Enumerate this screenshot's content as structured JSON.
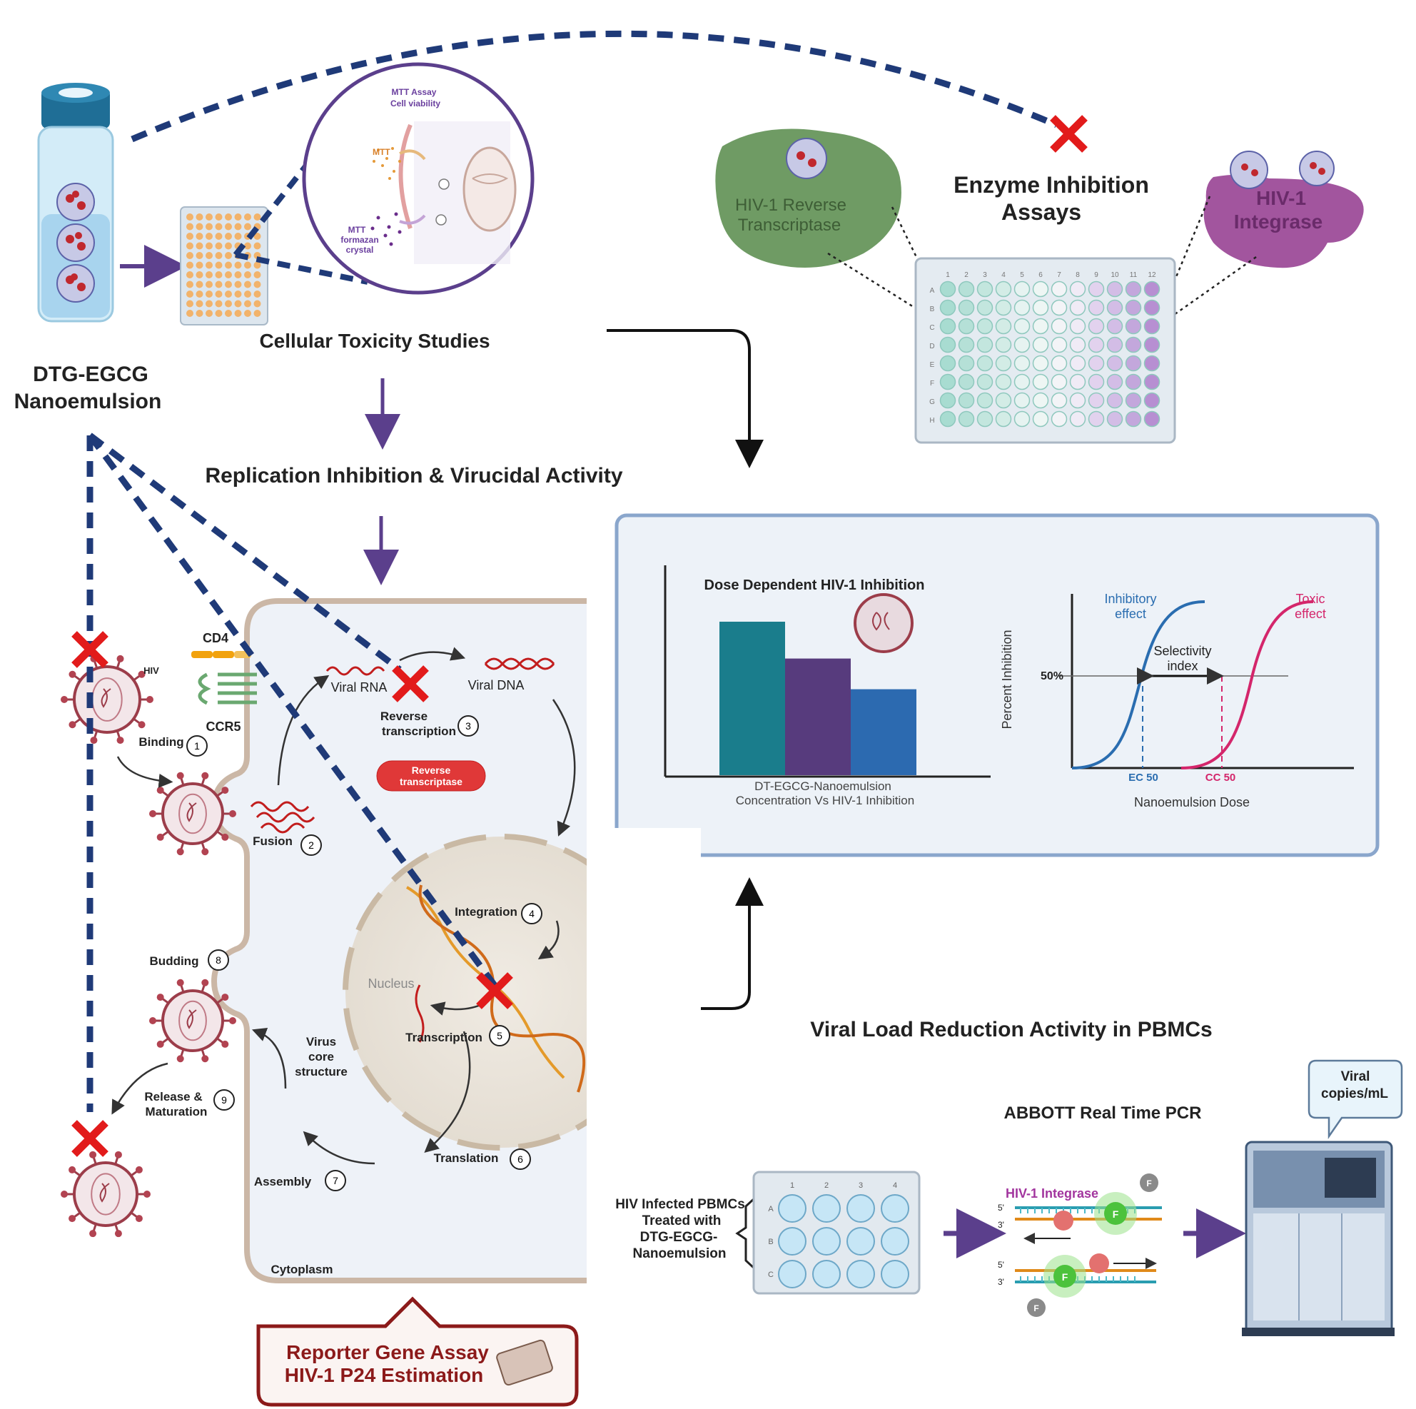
{
  "colors": {
    "navy_dash": "#1f3a78",
    "purple": "#5b3f8c",
    "red_x": "#e21b1b",
    "panel_bg": "#edf2f8",
    "panel_border": "#8aa6cc",
    "teal_bar": "#1a7d8c",
    "purple_bar": "#573b7d",
    "blue_bar": "#2c6ab0",
    "inhib_curve": "#2a6db0",
    "toxic_curve": "#d4266b",
    "rt_green": "#6f9b64",
    "integrase_purple": "#a2559e",
    "reporter_red": "#8c1a1a"
  },
  "titles": {
    "dtg_line1": "DTG-EGCG",
    "dtg_line2": "Nanoemulsion",
    "cellular_toxicity": "Cellular Toxicity Studies",
    "replication": "Replication Inhibition & Virucidal Activity",
    "enzyme_line1": "Enzyme Inhibition",
    "enzyme_line2": "Assays",
    "viral_load": "Viral Load Reduction Activity in PBMCs",
    "abbott": "ABBOTT  Real Time PCR"
  },
  "mtt": {
    "title_line1": "MTT Assay",
    "title_line2": "Cell viability",
    "mtt": "MTT",
    "formazan_line1": "MTT",
    "formazan_line2": "formazan",
    "formazan_line3": "crystal"
  },
  "enzymes": {
    "rt_line1": "HIV-1 Reverse",
    "rt_line2": "Transcriptase",
    "integrase_line1": "HIV-1",
    "integrase_line2": "Integrase"
  },
  "plate96": {
    "cols": [
      "1",
      "2",
      "3",
      "4",
      "5",
      "6",
      "7",
      "8",
      "9",
      "10",
      "11",
      "12"
    ],
    "rows": [
      "A",
      "B",
      "C",
      "D",
      "E",
      "F",
      "G",
      "H"
    ]
  },
  "lifecycle": {
    "hiv": "HIV",
    "cd4": "CD4",
    "ccr5": "CCR5",
    "binding": "Binding",
    "fusion": "Fusion",
    "viral_rna": "Viral RNA",
    "reverse_tx_line1": "Reverse",
    "reverse_tx_line2": "transcription",
    "viral_dna": "Viral DNA",
    "rt_badge_line1": "Reverse",
    "rt_badge_line2": "transcriptase",
    "integration": "Integration",
    "nucleus": "Nucleus",
    "transcription": "Transcription",
    "translation": "Translation",
    "assembly": "Assembly",
    "virus_core_line1": "Virus",
    "virus_core_line2": "core",
    "virus_core_line3": "structure",
    "budding": "Budding",
    "release_line1": "Release &",
    "release_line2": "Maturation",
    "cytoplasm": "Cytoplasm",
    "steps": [
      "1",
      "2",
      "3",
      "4",
      "5",
      "6",
      "7",
      "8",
      "9"
    ]
  },
  "reporter": {
    "line1": "Reporter Gene Assay",
    "line2": "HIV-1 P24 Estimation"
  },
  "chart_data": [
    {
      "type": "bar",
      "title": "Dose Dependent HIV-1 Inhibition",
      "xlabel_line1": "DT-EGCG-Nanoemulsion",
      "xlabel_line2": "Concentration Vs HIV-1 Inhibition",
      "ylabel": "",
      "series": [
        {
          "values": [
            100,
            76,
            56
          ]
        }
      ]
    },
    {
      "type": "line",
      "ylabel": "Percent Inhibition",
      "xlabel": "Nanoemulsion Dose",
      "y_mark": "50%",
      "inhibitory_line1": "Inhibitory",
      "inhibitory_line2": "effect",
      "toxic_line1": "Toxic",
      "toxic_line2": "effect",
      "selectivity_line1": "Selectivity",
      "selectivity_line2": "index",
      "ec50": "EC 50",
      "cc50": "CC 50"
    }
  ],
  "pbmc": {
    "label_line1": "HIV Infected PBMCs",
    "label_line2": "Treated with",
    "label_line3": "DTG-EGCG-",
    "label_line4": "Nanoemulsion",
    "cols": [
      "1",
      "2",
      "3",
      "4"
    ],
    "rows": [
      "A",
      "B",
      "C"
    ]
  },
  "pcr": {
    "integrase": "HIV-1 Integrase",
    "f": "F",
    "five_prime": "5'",
    "three_prime": "3'"
  },
  "machine": {
    "bubble_line1": "Viral",
    "bubble_line2": "copies/mL"
  }
}
